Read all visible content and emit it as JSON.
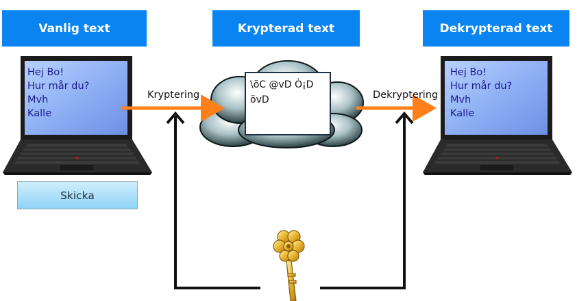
{
  "headers": {
    "left": "Vanlig text",
    "middle": "Krypterad text",
    "right": "Dekrypterad text"
  },
  "message_lines": [
    "Hej Bo!",
    "Hur mår du?",
    "Mvh",
    "Kalle"
  ],
  "decrypted_lines": [
    "Hej Bo!",
    "Hur mår du?",
    "Mvh",
    "Kalle"
  ],
  "ciphertext_lines": [
    "\\õC @vD Ò¡D",
    "övD"
  ],
  "send_button": "Skicka",
  "arrow_labels": {
    "encrypt": "Kryptering",
    "decrypt": "Dekryptering"
  },
  "colors": {
    "header_bg": "#0a84f0",
    "arrow": "#ff7f1a",
    "screen_text": "#1a1a8c",
    "key": "#e0a82a"
  },
  "icons": {
    "laptop": "laptop-icon",
    "cloud": "cloud-icon",
    "key": "key-icon"
  }
}
